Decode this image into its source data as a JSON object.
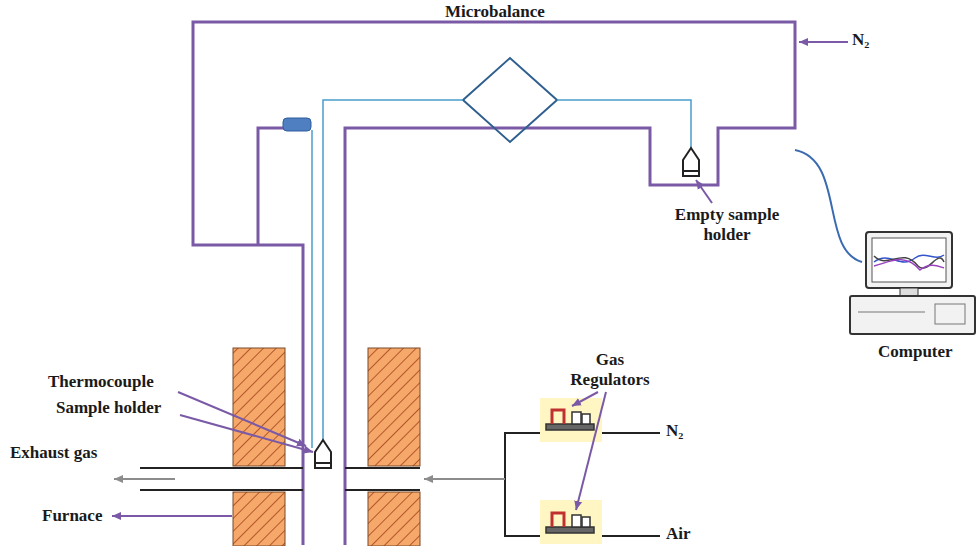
{
  "diagram": {
    "labels": [
      "Microbalance",
      "N₂",
      "Empty sample holder",
      "Computer",
      "Thermocouple",
      "Sample holder",
      "Gas Regulators",
      "N₂",
      "Air",
      "Exhaust gas",
      "Furnace"
    ]
  }
}
